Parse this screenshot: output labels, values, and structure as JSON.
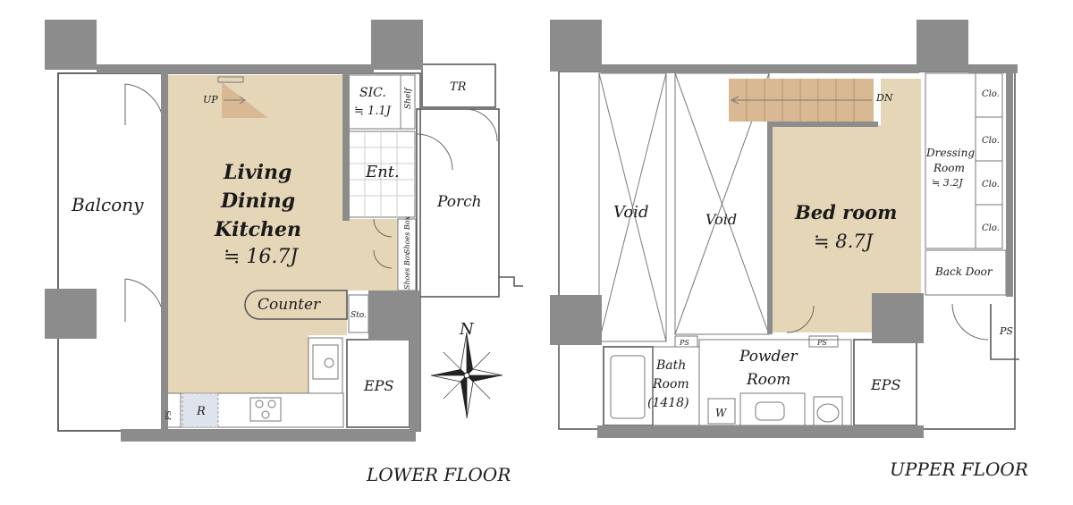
{
  "lower_floor": {
    "caption": "LOWER FLOOR",
    "rooms": {
      "balcony": "Balcony",
      "ldk_line1": "Living",
      "ldk_line2": "Dining",
      "ldk_line3": "Kitchen",
      "ldk_area": "≒ 16.7J",
      "sic": "SIC.",
      "sic_area": "≒ 1.1J",
      "shelf": "Shelf",
      "tr": "TR",
      "entrance": "Ent.",
      "porch": "Porch",
      "shoes_box_1": "Shoes Box",
      "shoes_box_2": "Shoes Box",
      "counter": "Counter",
      "storage": "Sto.",
      "eps": "EPS",
      "ps": "PS",
      "refrigerator": "R",
      "stair_up": "UP"
    }
  },
  "upper_floor": {
    "caption": "UPPER FLOOR",
    "rooms": {
      "void_1": "Void",
      "void_2": "Void",
      "bedroom": "Bed room",
      "bedroom_area": "≒ 8.7J",
      "stair_down": "DN",
      "dressing_line1": "Dressing",
      "dressing_line2": "Room",
      "dressing_area": "≒ 3.2J",
      "closet_1": "Clo.",
      "closet_2": "Clo.",
      "closet_3": "Clo.",
      "closet_4": "Clo.",
      "back_door": "Back Door",
      "ps_outside": "PS",
      "ps_1": "PS",
      "ps_2": "PS",
      "bath_line1": "Bath",
      "bath_line2": "Room",
      "bath_line3": "(1418)",
      "powder_line1": "Powder",
      "powder_line2": "Room",
      "washer": "W",
      "eps": "EPS"
    }
  },
  "compass": {
    "north": "N"
  },
  "colors": {
    "wall": "#8c8c8c",
    "ldk_floor": "#e6d6b8",
    "bedroom_floor": "#e6d6b8",
    "storage_floor": "#c8a882",
    "wet_area": "#dfe3ee",
    "stair": "#d9b993"
  }
}
